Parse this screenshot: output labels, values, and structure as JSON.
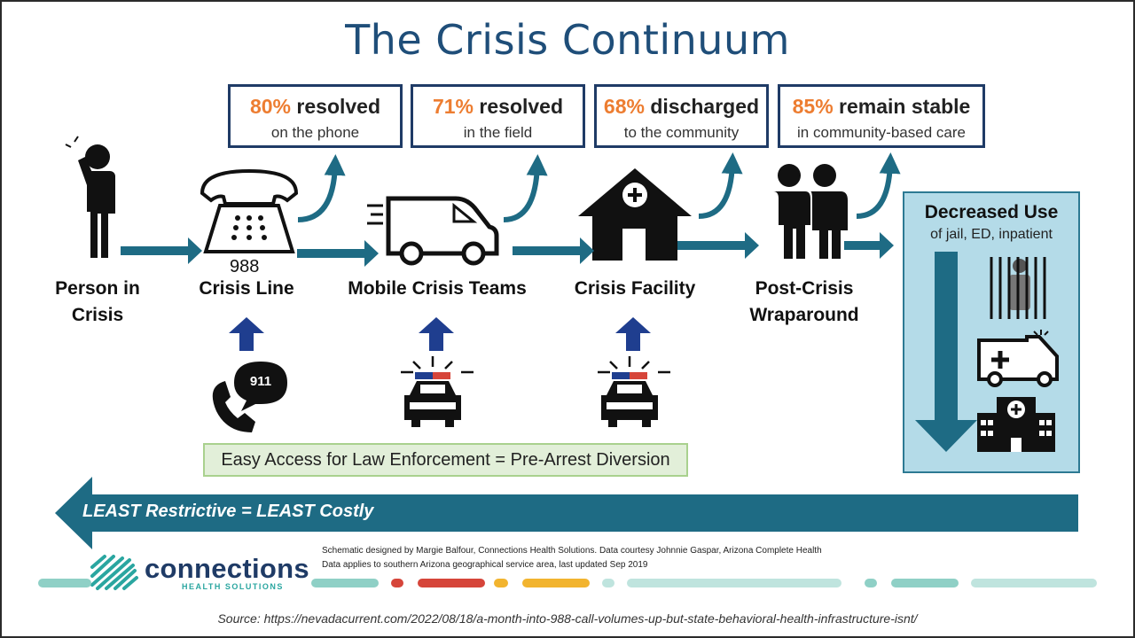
{
  "title": "The Crisis Continuum",
  "stats": [
    {
      "pct": "80%",
      "rest": " resolved",
      "sub": "on the phone"
    },
    {
      "pct": "71%",
      "rest": " resolved",
      "sub": "in the field"
    },
    {
      "pct": "68%",
      "rest": " discharged",
      "sub": "to the community"
    },
    {
      "pct": "85%",
      "rest": " remain stable",
      "sub": "in community-based care"
    }
  ],
  "stages": {
    "person": "Person in Crisis",
    "number": "988",
    "crisis_line": "Crisis Line",
    "mobile": "Mobile Crisis Teams",
    "facility": "Crisis Facility",
    "post": "Post-Crisis Wraparound"
  },
  "call_911": "911",
  "decreased": {
    "title": "Decreased Use",
    "sub": "of jail, ED, inpatient"
  },
  "law_enforcement": "Easy Access for Law Enforcement = Pre-Arrest Diversion",
  "banner": "LEAST Restrictive = LEAST Costly",
  "credit_line1": "Schematic designed by Margie Balfour, Connections Health Solutions. Data courtesy Johnnie Gaspar, Arizona Complete Health",
  "credit_line2": "Data applies to southern Arizona geographical service area, last updated Sep 2019",
  "logo": {
    "name": "connections",
    "sub": "HEALTH SOLUTIONS"
  },
  "source": "Source: https://nevadacurrent.com/2022/08/18/a-month-into-988-call-volumes-up-but-state-behavioral-health-infrastructure-isnt/",
  "colors": {
    "teal": "#1e6b84",
    "navy": "#1f3b66",
    "orange": "#ed7d31",
    "panel": "#b4dbe8",
    "red": "#d6453a",
    "yellow": "#f2b42f",
    "light_teal": "#8fd0c6"
  }
}
